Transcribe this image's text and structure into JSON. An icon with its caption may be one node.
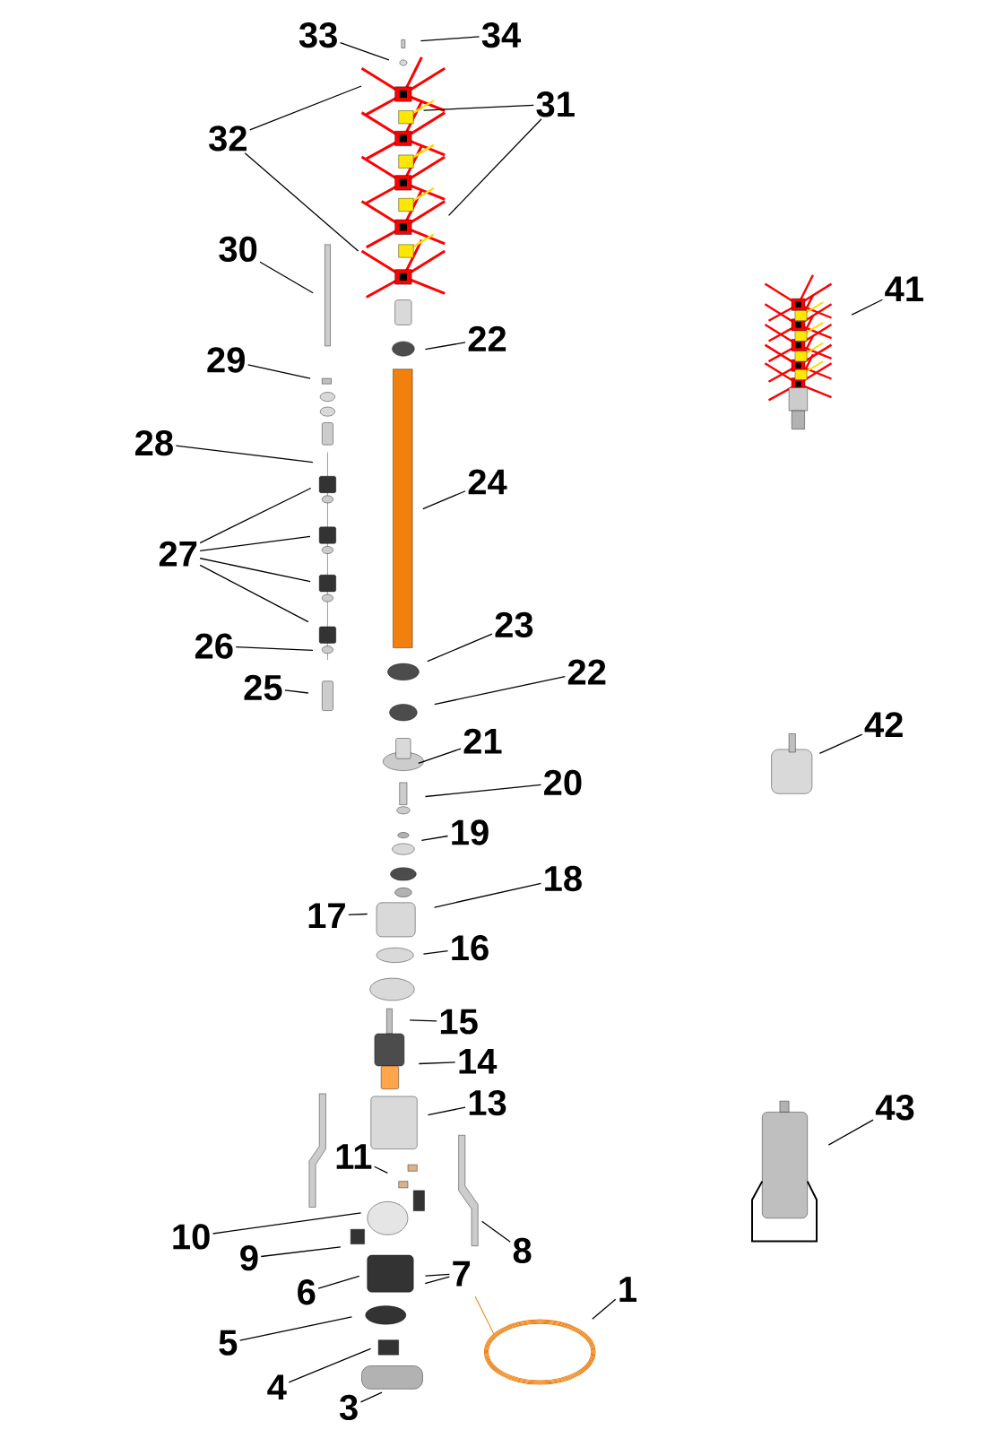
{
  "diagram": {
    "nodes": [
      {
        "text": [
          "33"
        ]
      },
      {
        "text": [
          "34"
        ]
      },
      {
        "text": [
          "31"
        ]
      },
      {
        "text": [
          "32"
        ]
      },
      {
        "text": [
          "30"
        ]
      },
      {
        "text": [
          "41"
        ]
      },
      {
        "text": [
          "22"
        ]
      },
      {
        "text": [
          "29"
        ]
      },
      {
        "text": [
          "28"
        ]
      },
      {
        "text": [
          "24"
        ]
      },
      {
        "text": [
          "27"
        ]
      },
      {
        "text": [
          "23"
        ]
      },
      {
        "text": [
          "26"
        ]
      },
      {
        "text": [
          "22"
        ]
      },
      {
        "text": [
          "25"
        ]
      },
      {
        "text": [
          "42"
        ]
      },
      {
        "text": [
          "21"
        ]
      },
      {
        "text": [
          "20"
        ]
      },
      {
        "text": [
          "19"
        ]
      },
      {
        "text": [
          "18"
        ]
      },
      {
        "text": [
          "17"
        ]
      },
      {
        "text": [
          "16"
        ]
      },
      {
        "text": [
          "15"
        ]
      },
      {
        "text": [
          "14"
        ]
      },
      {
        "text": [
          "43"
        ]
      },
      {
        "text": [
          "13"
        ]
      },
      {
        "text": [
          "11"
        ]
      },
      {
        "text": [
          "10"
        ]
      },
      {
        "text": [
          "8"
        ]
      },
      {
        "text": [
          "9"
        ]
      },
      {
        "text": [
          "7"
        ]
      },
      {
        "text": [
          "6"
        ]
      },
      {
        "text": [
          "1"
        ]
      },
      {
        "text": [
          "5"
        ]
      },
      {
        "text": [
          "4"
        ]
      },
      {
        "text": [
          "3"
        ]
      }
    ],
    "edges": [
      {
        "from": 0,
        "to": null,
        "arrow": "none"
      },
      {
        "from": 1,
        "to": null,
        "arrow": "none"
      },
      {
        "from": 2,
        "to": null,
        "arrow": "none"
      },
      {
        "from": 2,
        "to": null,
        "arrow": "none"
      },
      {
        "from": 3,
        "to": null,
        "arrow": "none"
      },
      {
        "from": 3,
        "to": null,
        "arrow": "none"
      },
      {
        "from": 4,
        "to": null,
        "arrow": "none"
      },
      {
        "from": 5,
        "to": null,
        "arrow": "none"
      },
      {
        "from": 6,
        "to": null,
        "arrow": "none"
      },
      {
        "from": 7,
        "to": null,
        "arrow": "none"
      },
      {
        "from": 8,
        "to": null,
        "arrow": "none"
      },
      {
        "from": 9,
        "to": null,
        "arrow": "none"
      },
      {
        "from": 10,
        "to": null,
        "arrow": "none"
      },
      {
        "from": 10,
        "to": null,
        "arrow": "none"
      },
      {
        "from": 10,
        "to": null,
        "arrow": "none"
      },
      {
        "from": 10,
        "to": null,
        "arrow": "none"
      },
      {
        "from": 11,
        "to": null,
        "arrow": "none"
      },
      {
        "from": 12,
        "to": null,
        "arrow": "none"
      },
      {
        "from": 13,
        "to": null,
        "arrow": "none"
      },
      {
        "from": 14,
        "to": null,
        "arrow": "none"
      },
      {
        "from": 15,
        "to": null,
        "arrow": "none"
      },
      {
        "from": 16,
        "to": null,
        "arrow": "none"
      },
      {
        "from": 17,
        "to": null,
        "arrow": "none"
      },
      {
        "from": 18,
        "to": null,
        "arrow": "none"
      },
      {
        "from": 19,
        "to": null,
        "arrow": "none"
      },
      {
        "from": 20,
        "to": null,
        "arrow": "none"
      },
      {
        "from": 21,
        "to": null,
        "arrow": "none"
      },
      {
        "from": 22,
        "to": null,
        "arrow": "none"
      },
      {
        "from": 23,
        "to": null,
        "arrow": "none"
      },
      {
        "from": 24,
        "to": null,
        "arrow": "none"
      },
      {
        "from": 25,
        "to": null,
        "arrow": "none"
      },
      {
        "from": 26,
        "to": null,
        "arrow": "none"
      },
      {
        "from": 27,
        "to": null,
        "arrow": "none"
      },
      {
        "from": 28,
        "to": null,
        "arrow": "none"
      },
      {
        "from": 29,
        "to": null,
        "arrow": "none"
      },
      {
        "from": 30,
        "to": null,
        "arrow": "none"
      },
      {
        "from": 30,
        "to": null,
        "arrow": "none"
      },
      {
        "from": 31,
        "to": null,
        "arrow": "none"
      },
      {
        "from": 32,
        "to": null,
        "arrow": "none"
      },
      {
        "from": 33,
        "to": null,
        "arrow": "none"
      },
      {
        "from": 34,
        "to": null,
        "arrow": "none"
      },
      {
        "from": 35,
        "to": null,
        "arrow": "none"
      }
    ]
  }
}
